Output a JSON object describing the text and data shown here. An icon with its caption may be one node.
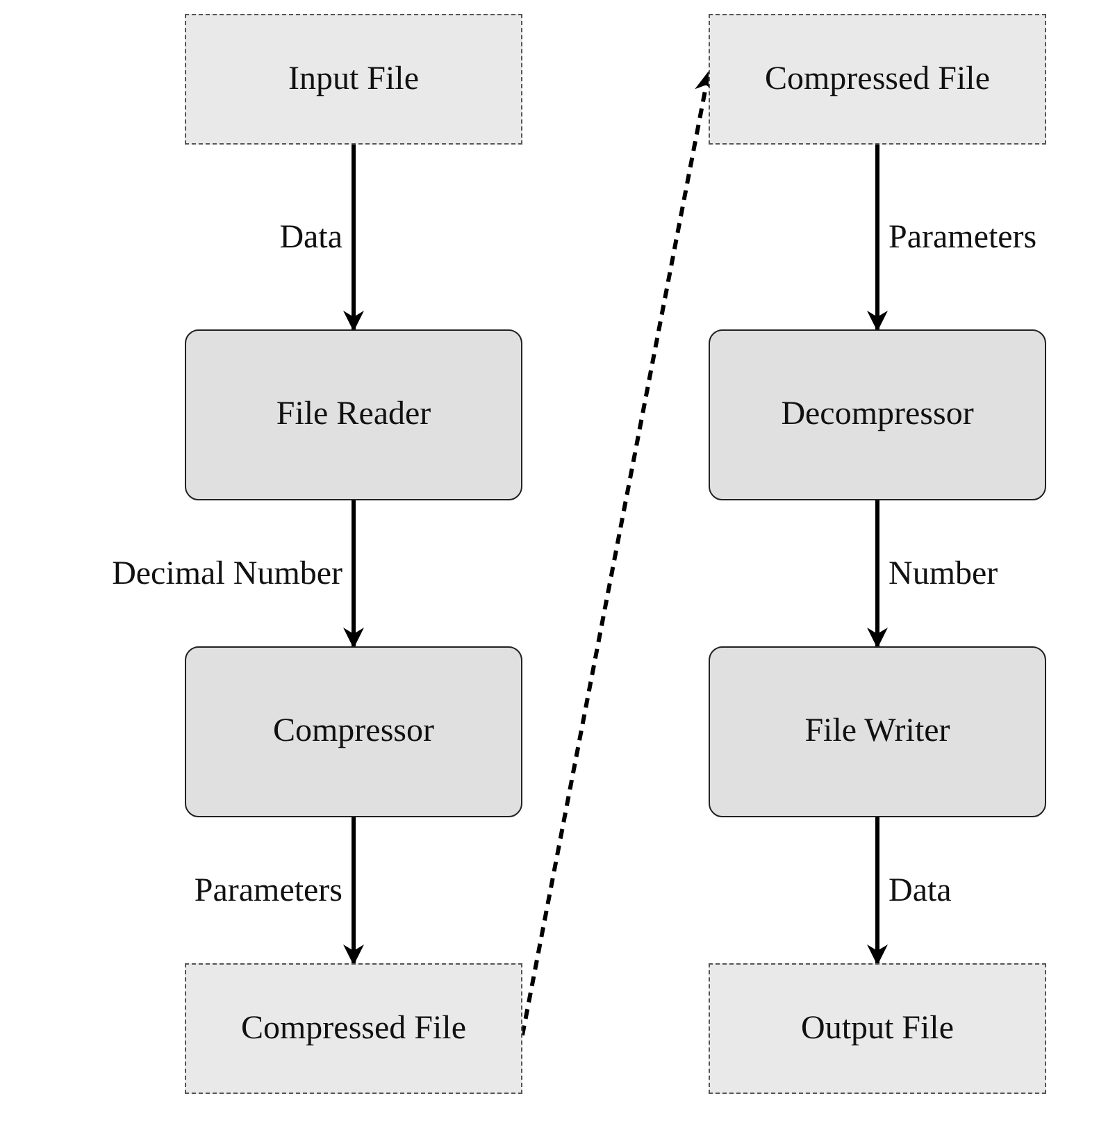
{
  "diagram": {
    "nodes": [
      {
        "text": [
          "Input File"
        ]
      },
      {
        "text": [
          "File Reader"
        ]
      },
      {
        "text": [
          "Compressor"
        ]
      },
      {
        "text": [
          "Compressed File"
        ]
      },
      {
        "text": [
          "Compressed File"
        ]
      },
      {
        "text": [
          "Decompressor"
        ]
      },
      {
        "text": [
          "File Writer"
        ]
      },
      {
        "text": [
          "Output File"
        ]
      }
    ],
    "edges": [
      {
        "from": 0,
        "to": 1,
        "arrow": "to",
        "label": "Data"
      },
      {
        "from": 1,
        "to": 2,
        "arrow": "to",
        "label": "Decimal Number"
      },
      {
        "from": 2,
        "to": 3,
        "arrow": "to",
        "label": "Parameters"
      },
      {
        "from": 3,
        "to": 4,
        "arrow": "to",
        "style": "dashed"
      },
      {
        "from": 4,
        "to": 5,
        "arrow": "to",
        "label": "Parameters"
      },
      {
        "from": 5,
        "to": 6,
        "arrow": "to",
        "label": "Number"
      },
      {
        "from": 6,
        "to": 7,
        "arrow": "to",
        "label": "Data"
      }
    ]
  }
}
